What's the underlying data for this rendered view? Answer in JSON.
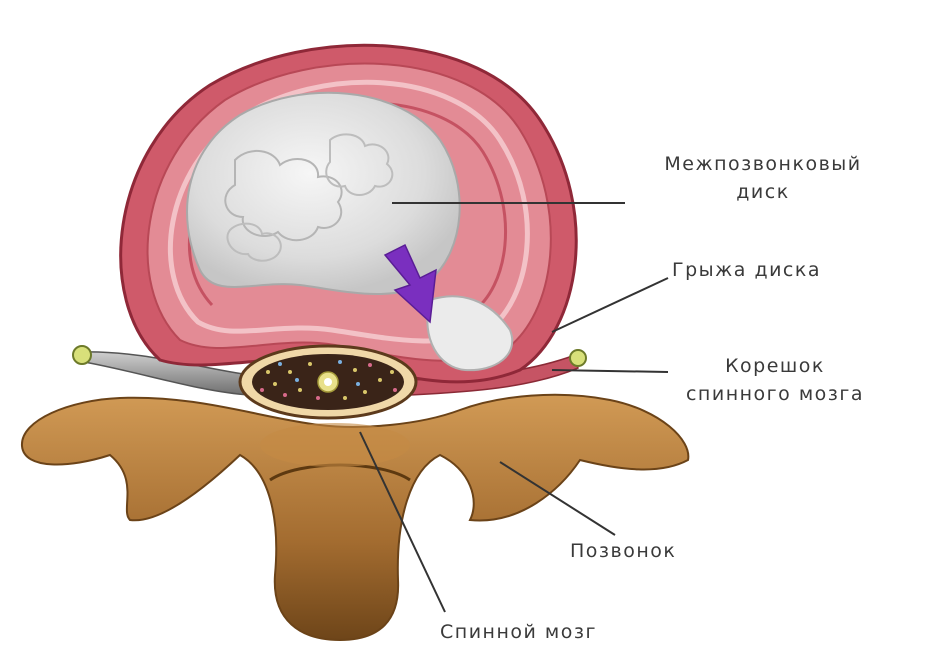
{
  "labels": {
    "disc": [
      "Межпозвонковый",
      "диск"
    ],
    "hernia": "Грыжа диска",
    "root": [
      "Корешок",
      "спинного мозга"
    ],
    "vertebra": "Позвонок",
    "cord": "Спинной мозг"
  },
  "colors": {
    "annulus": "#d8707a",
    "annulus_dark": "#b84856",
    "nucleus": "#e6e6e6",
    "bone": "#b07a3c",
    "bone_dark": "#7a4e1f",
    "nerve": "#9a9a9a",
    "cord": "#3a2418",
    "arrow": "#7a2fbf",
    "label": "#3a3a3a",
    "leader": "#333333"
  },
  "icons": [
    "hernia-arrow-icon"
  ]
}
